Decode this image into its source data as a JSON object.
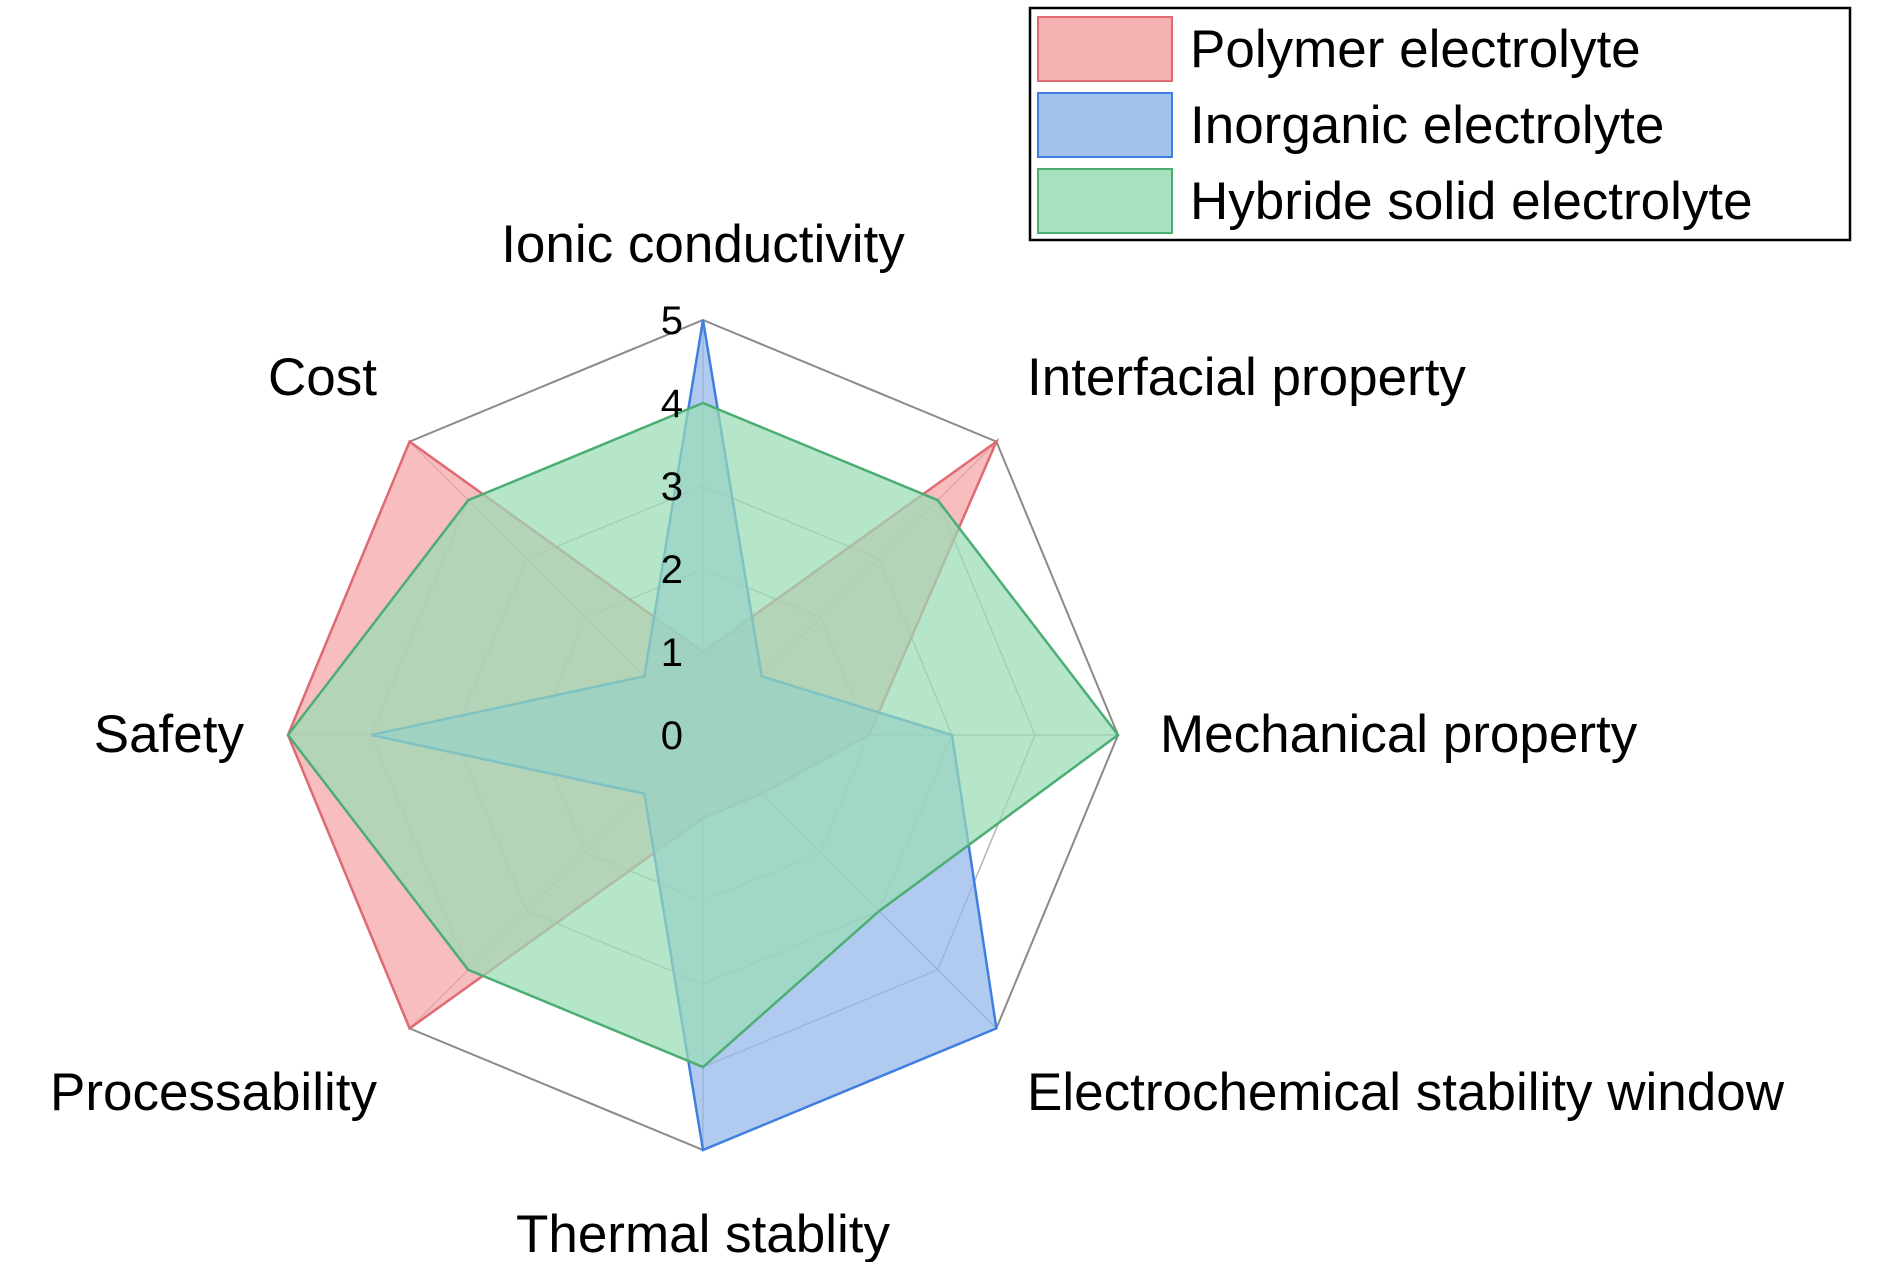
{
  "chart_data": {
    "type": "radar",
    "axes": [
      "Ionic conductivity",
      "Interfacial property",
      "Mechanical property",
      "Electrochemical stability window",
      "Thermal stablity",
      "Processability",
      "Safety",
      "Cost"
    ],
    "range": [
      0,
      5
    ],
    "ticks": [
      "0",
      "1",
      "2",
      "3",
      "4",
      "5"
    ],
    "grid": true,
    "legend_position": "top-right",
    "series": [
      {
        "name": "Polymer electrolyte",
        "values": [
          1,
          5,
          2,
          1,
          1,
          5,
          5,
          5
        ],
        "fill": "#f4a3a6",
        "stroke": "#e06a73"
      },
      {
        "name": "Inorganic electrolyte",
        "values": [
          5,
          1,
          3,
          5,
          5,
          1,
          4,
          1
        ],
        "fill": "#93b6ea",
        "stroke": "#3f7fe0"
      },
      {
        "name": "Hybride solid electrolyte",
        "values": [
          4,
          4,
          5,
          3,
          4,
          4,
          5,
          4
        ],
        "fill": "#9adcb5",
        "stroke": "#4cae72"
      }
    ]
  }
}
